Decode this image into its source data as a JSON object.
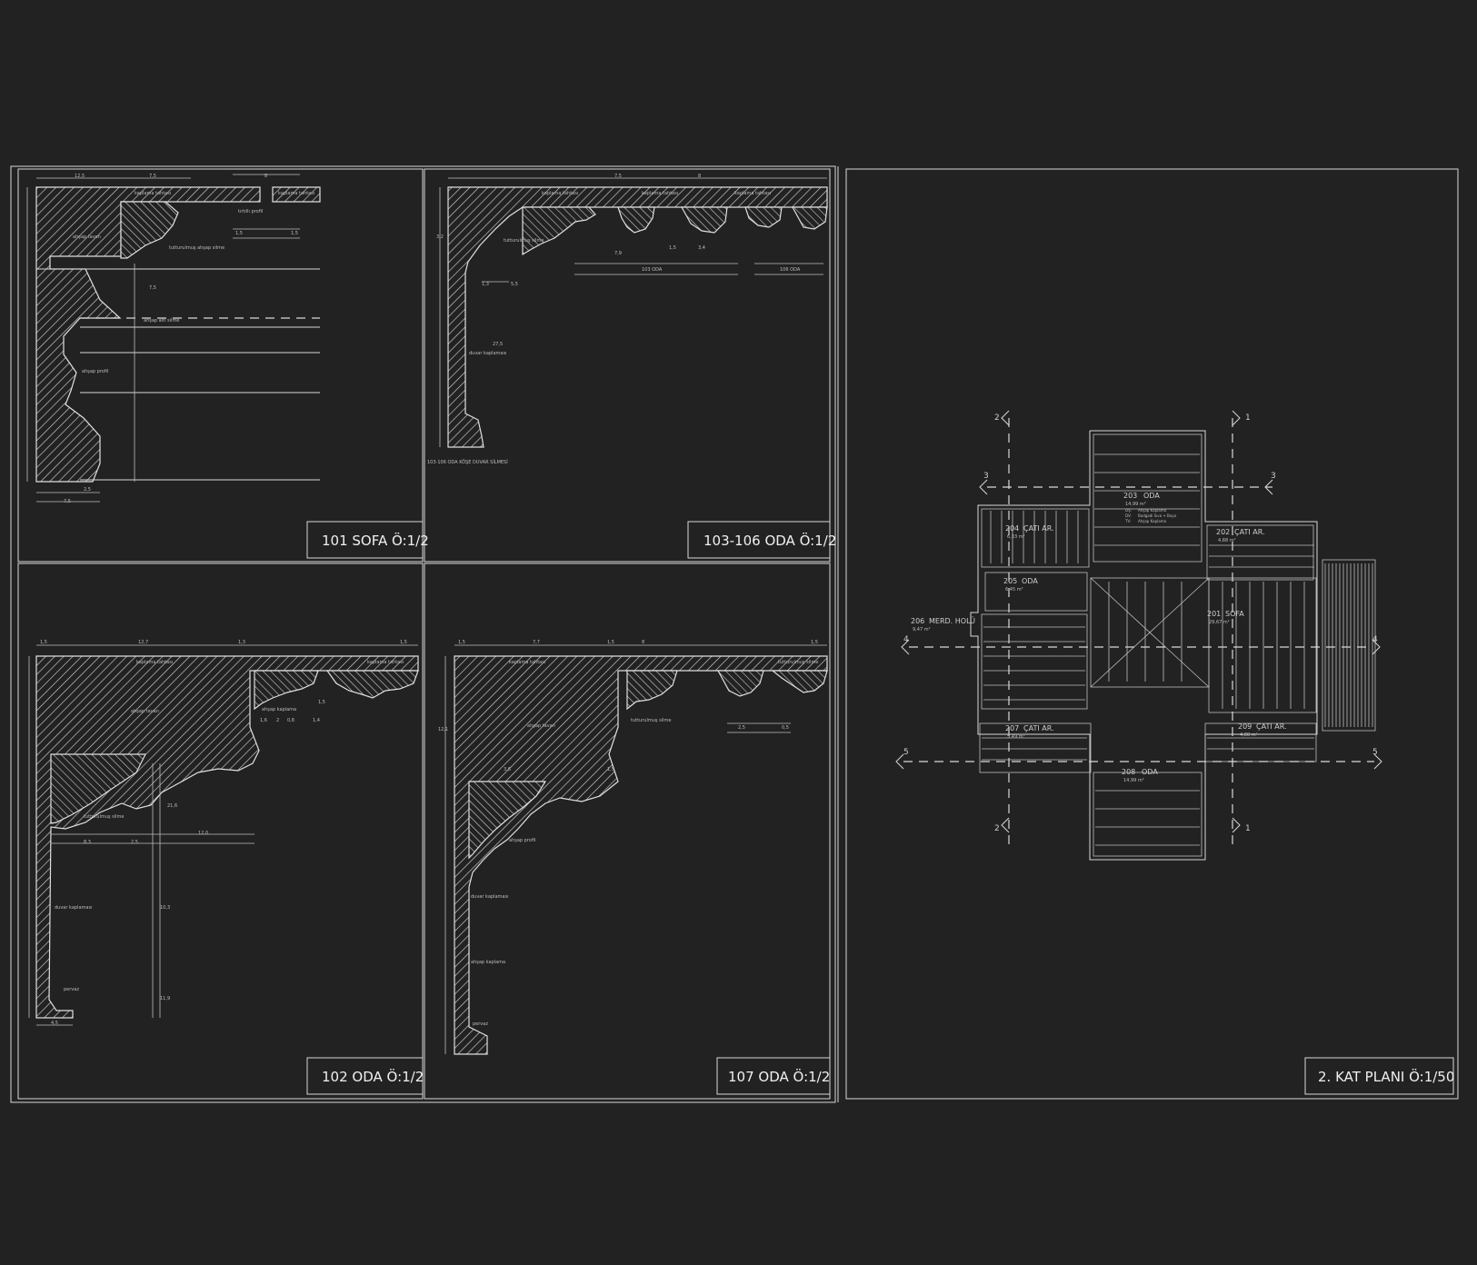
{
  "colors": {
    "background": "#222222",
    "lines": "#d8d8d8"
  },
  "panels": {
    "p101": {
      "title": "101 SOFA Ö:1/2",
      "labels": [
        "kaplama tahtası",
        "kaplama tahtası",
        "ahşap tavan",
        "tırtıllı profil",
        "tutturulmuş ahşap silme",
        "ahşap altı silme",
        "ahşap profil"
      ],
      "dims": [
        "12,5",
        "7,5",
        "8",
        "1,5",
        "1,5",
        "7,5",
        "2,5",
        "7,5"
      ]
    },
    "p103": {
      "title": "103-106 ODA Ö:1/2",
      "labels": [
        "kaplama tahtası",
        "kaplama tahtası",
        "kaplama tahtası",
        "tutturulmuş silme",
        "duvar kaplaması",
        "103 ODA",
        "106 ODA",
        "103-106 ODA KÖŞE DUVAR SİLMESİ"
      ],
      "dims": [
        "7,5",
        "8",
        "7,9",
        "1,5",
        "3,4",
        "5,5",
        "1,3",
        "27,5",
        "3,2"
      ]
    },
    "p102": {
      "title": "102 ODA Ö:1/2",
      "labels": [
        "duvar kaplaması",
        "kaplama tahtası",
        "ahşap tavan",
        "kaplama tahtası",
        "tutturulmuş silme",
        "ahşap kaplama",
        "pervaz"
      ],
      "dims": [
        "1,5",
        "12,7",
        "1,3",
        "1,5",
        "1,5",
        "1,6",
        "2",
        "0,8",
        "1,4",
        "8,3",
        "2,5",
        "12,0",
        "21,6",
        "10,3",
        "11,9",
        "4,5"
      ]
    },
    "p107": {
      "title": "107 ODA Ö:1/2",
      "labels": [
        "ahşap kaplama",
        "kaplama tahtası",
        "ahşap tavan",
        "tutturulmuş silme",
        "tutturulmuş silme",
        "ahşap profil",
        "duvar kaplaması",
        "pervaz"
      ],
      "dims": [
        "1,5",
        "7,7",
        "1,5",
        "8",
        "1,5",
        "2,5",
        "0,5",
        "12,1",
        "3,6",
        "1,5"
      ]
    },
    "plan": {
      "title": "2. KAT PLANI Ö:1/50",
      "section_marks": [
        "1",
        "1",
        "2",
        "2",
        "3",
        "3",
        "4",
        "4",
        "5",
        "5"
      ],
      "rooms": [
        {
          "no": "203",
          "name": "ODA",
          "area": "14,99 m²"
        },
        {
          "no": "204",
          "name": "ÇATI AR.",
          "area": "6,33 m²"
        },
        {
          "no": "202",
          "name": "ÇATI AR.",
          "area": "4,88 m²"
        },
        {
          "no": "205",
          "name": "ODA",
          "area": "6,45 m²"
        },
        {
          "no": "206",
          "name": "MERD. HOLÜ",
          "area": "9,47 m²"
        },
        {
          "no": "201",
          "name": "SOFA",
          "area": "29,67 m²"
        },
        {
          "no": "207",
          "name": "ÇATI AR.",
          "area": "5,49 m²"
        },
        {
          "no": "209",
          "name": "ÇATI AR.",
          "area": "4,88 m²"
        },
        {
          "no": "208",
          "name": "ODA",
          "area": "14,99 m²"
        }
      ],
      "finish_codes": [
        "DŞ:",
        "DV:",
        "TV:"
      ],
      "finishes": [
        "Ahşap Kaplama",
        "Badgadi Sıva + Boya",
        "Ahşap Kaplama"
      ]
    }
  }
}
